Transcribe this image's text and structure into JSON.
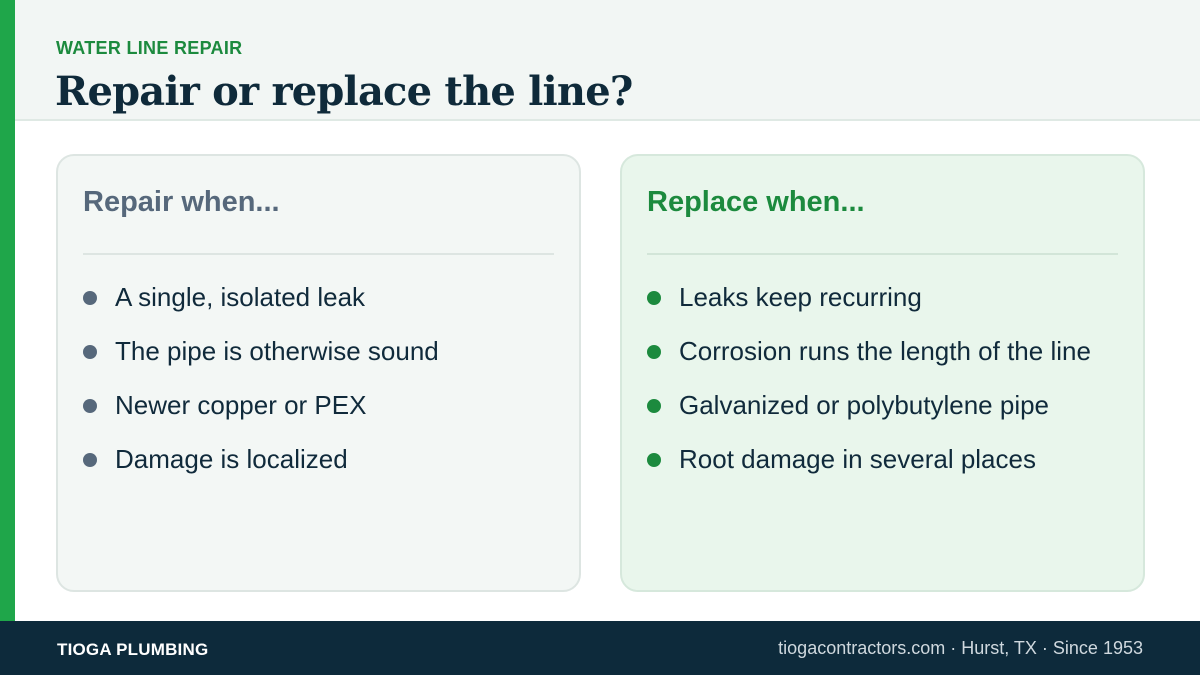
{
  "header": {
    "eyebrow": "WATER LINE REPAIR",
    "title": "Repair or replace the line?"
  },
  "repair_card": {
    "heading": "Repair when...",
    "items": [
      "A single, isolated leak",
      "The pipe is otherwise sound",
      "Newer copper or PEX",
      "Damage is localized"
    ]
  },
  "replace_card": {
    "heading": "Replace when...",
    "items": [
      "Leaks keep recurring",
      "Corrosion runs the length of the line",
      "Galvanized or polybutylene pipe",
      "Root damage in several places"
    ]
  },
  "footer": {
    "brand": "TIOGA PLUMBING",
    "info": "tiogacontractors.com · Hurst, TX · Since 1953"
  },
  "colors": {
    "accent_green": "#1fa64a",
    "heading_green": "#1c8a3e",
    "slate": "#56687b",
    "navy": "#0d2a3b"
  }
}
